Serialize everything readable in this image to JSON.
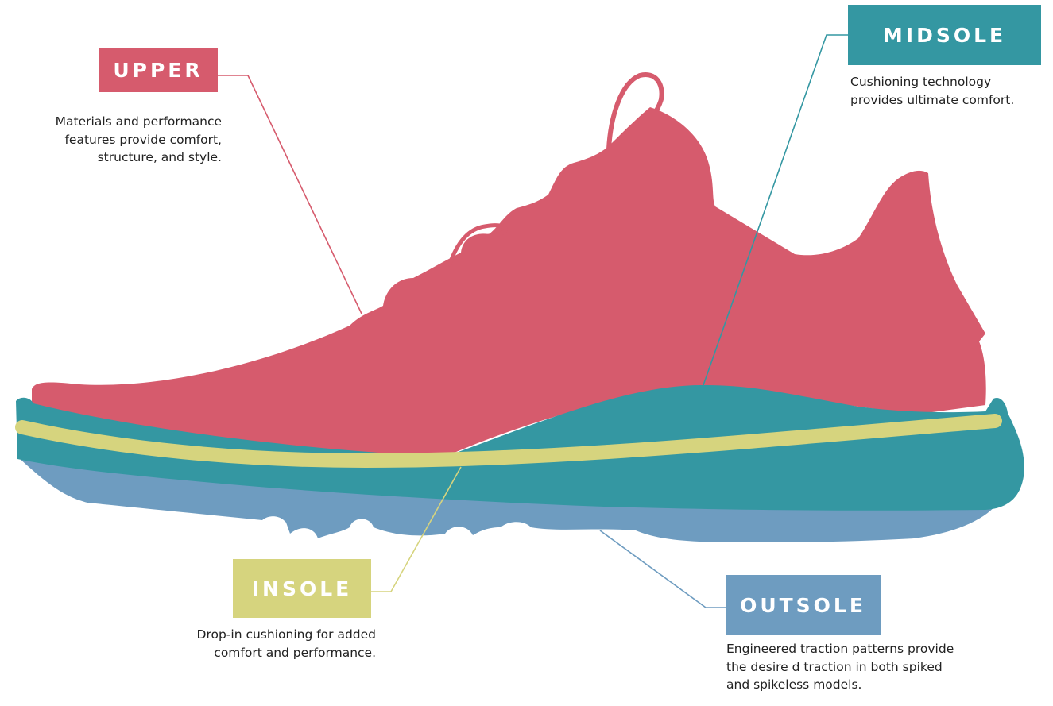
{
  "colors": {
    "upper": "#d65b6d",
    "midsole": "#3497a2",
    "insole": "#d6d47e",
    "outsole": "#6e9cc0",
    "text": "#222222"
  },
  "parts": {
    "upper": {
      "label": "UPPER",
      "description": [
        "Materials and performance",
        "features provide comfort,",
        "structure, and style."
      ]
    },
    "midsole": {
      "label": "MIDSOLE",
      "description": [
        "Cushioning technology",
        "provides ultimate comfort."
      ]
    },
    "insole": {
      "label": "INSOLE",
      "description": [
        "Drop-in cushioning for added",
        "comfort and performance."
      ]
    },
    "outsole": {
      "label": "OUTSOLE",
      "description": [
        "Engineered traction patterns provide",
        "the desire d traction in both spiked",
        "and spikeless models."
      ]
    }
  }
}
